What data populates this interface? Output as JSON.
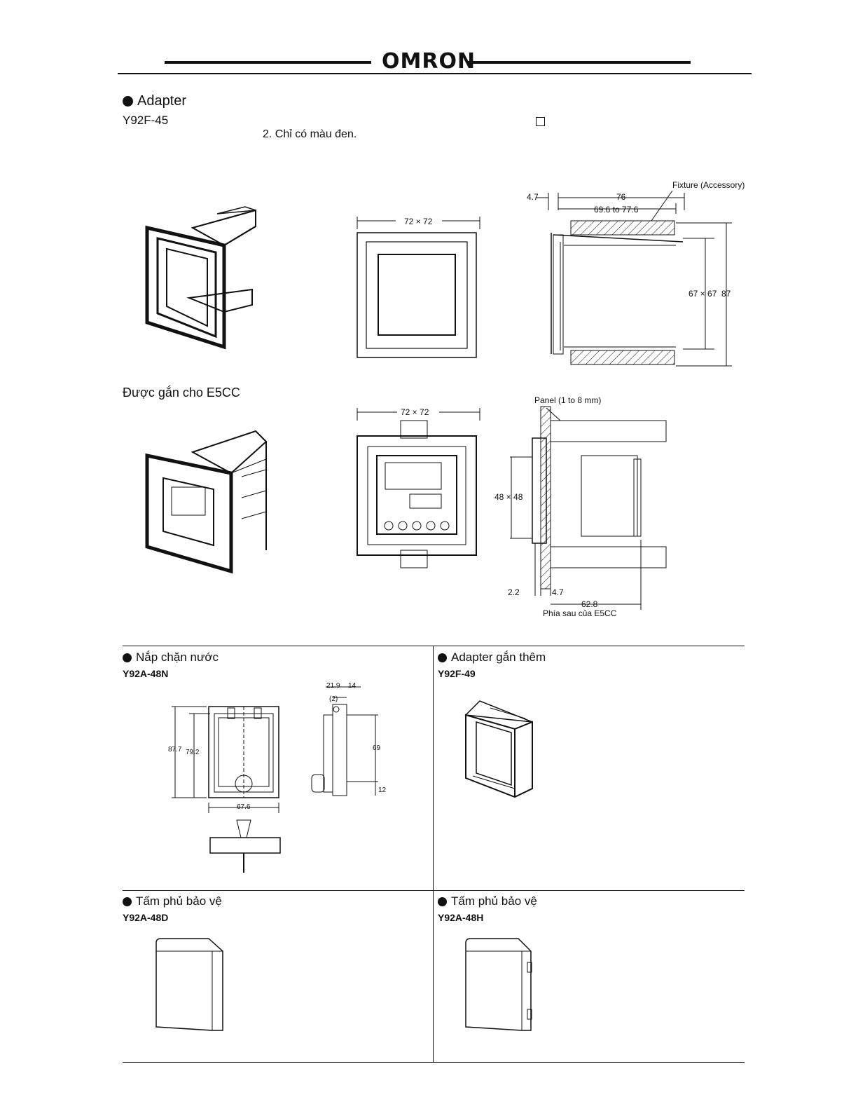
{
  "header": {
    "logo": "OMRON"
  },
  "adapter": {
    "title": "Adapter",
    "model": "Y92F-45",
    "note": "2. Chỉ có màu đen.",
    "mounted_label": "Được gắn cho E5CC",
    "dims": {
      "front_top": "72 × 72",
      "d47": "4.7",
      "d76": "76",
      "range": "69.6 to 77.6",
      "fixture": "Fixture (Accessory)",
      "d67": "67 × 67",
      "d87": "87",
      "front_mounted": "72 × 72",
      "panel": "Panel (1 to 8 mm)",
      "d48": "48 × 48",
      "d22": "2.2",
      "d47b": "4.7",
      "d628": "62.8",
      "rear": "Phía sau của E5CC"
    }
  },
  "water_cover": {
    "title": "Nắp chặn nước",
    "model": "Y92A-48N",
    "dims": {
      "d877": "87.7",
      "d792": "79.2",
      "d676": "67.6",
      "d219": "21.9",
      "d14": "14",
      "d2": "(2)",
      "d69": "69",
      "d12": "12"
    }
  },
  "extra_adapter": {
    "title": "Adapter gắn thêm",
    "model": "Y92F-49"
  },
  "cover_d": {
    "title": "Tấm phủ bảo vệ",
    "model": "Y92A-48D"
  },
  "cover_h": {
    "title": "Tấm phủ bảo vệ",
    "model": "Y92A-48H"
  }
}
